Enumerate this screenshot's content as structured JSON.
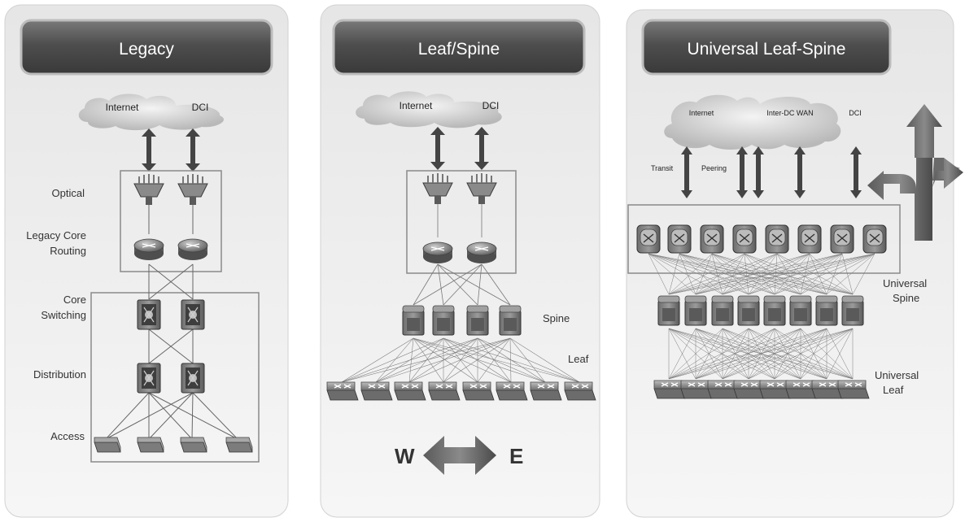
{
  "panels": [
    {
      "title": "Legacy",
      "clouds": [
        "Internet",
        "DCI"
      ],
      "labels": {
        "optical": "Optical",
        "core_routing": [
          "Legacy Core",
          "Routing"
        ],
        "core_switching": [
          "Core",
          "Switching"
        ],
        "distribution": "Distribution",
        "access": "Access"
      }
    },
    {
      "title": "Leaf/Spine",
      "clouds": [
        "Internet",
        "DCI"
      ],
      "labels": {
        "spine": "Spine",
        "leaf": "Leaf",
        "west": "W",
        "east": "E"
      }
    },
    {
      "title": "Universal Leaf-Spine",
      "clouds": [
        "Internet",
        "Inter-DC WAN",
        "DCI"
      ],
      "labels": {
        "transit": "Transit",
        "peering": "Peering",
        "spine": [
          "Universal",
          "Spine"
        ],
        "leaf": [
          "Universal",
          "Leaf"
        ]
      }
    }
  ]
}
